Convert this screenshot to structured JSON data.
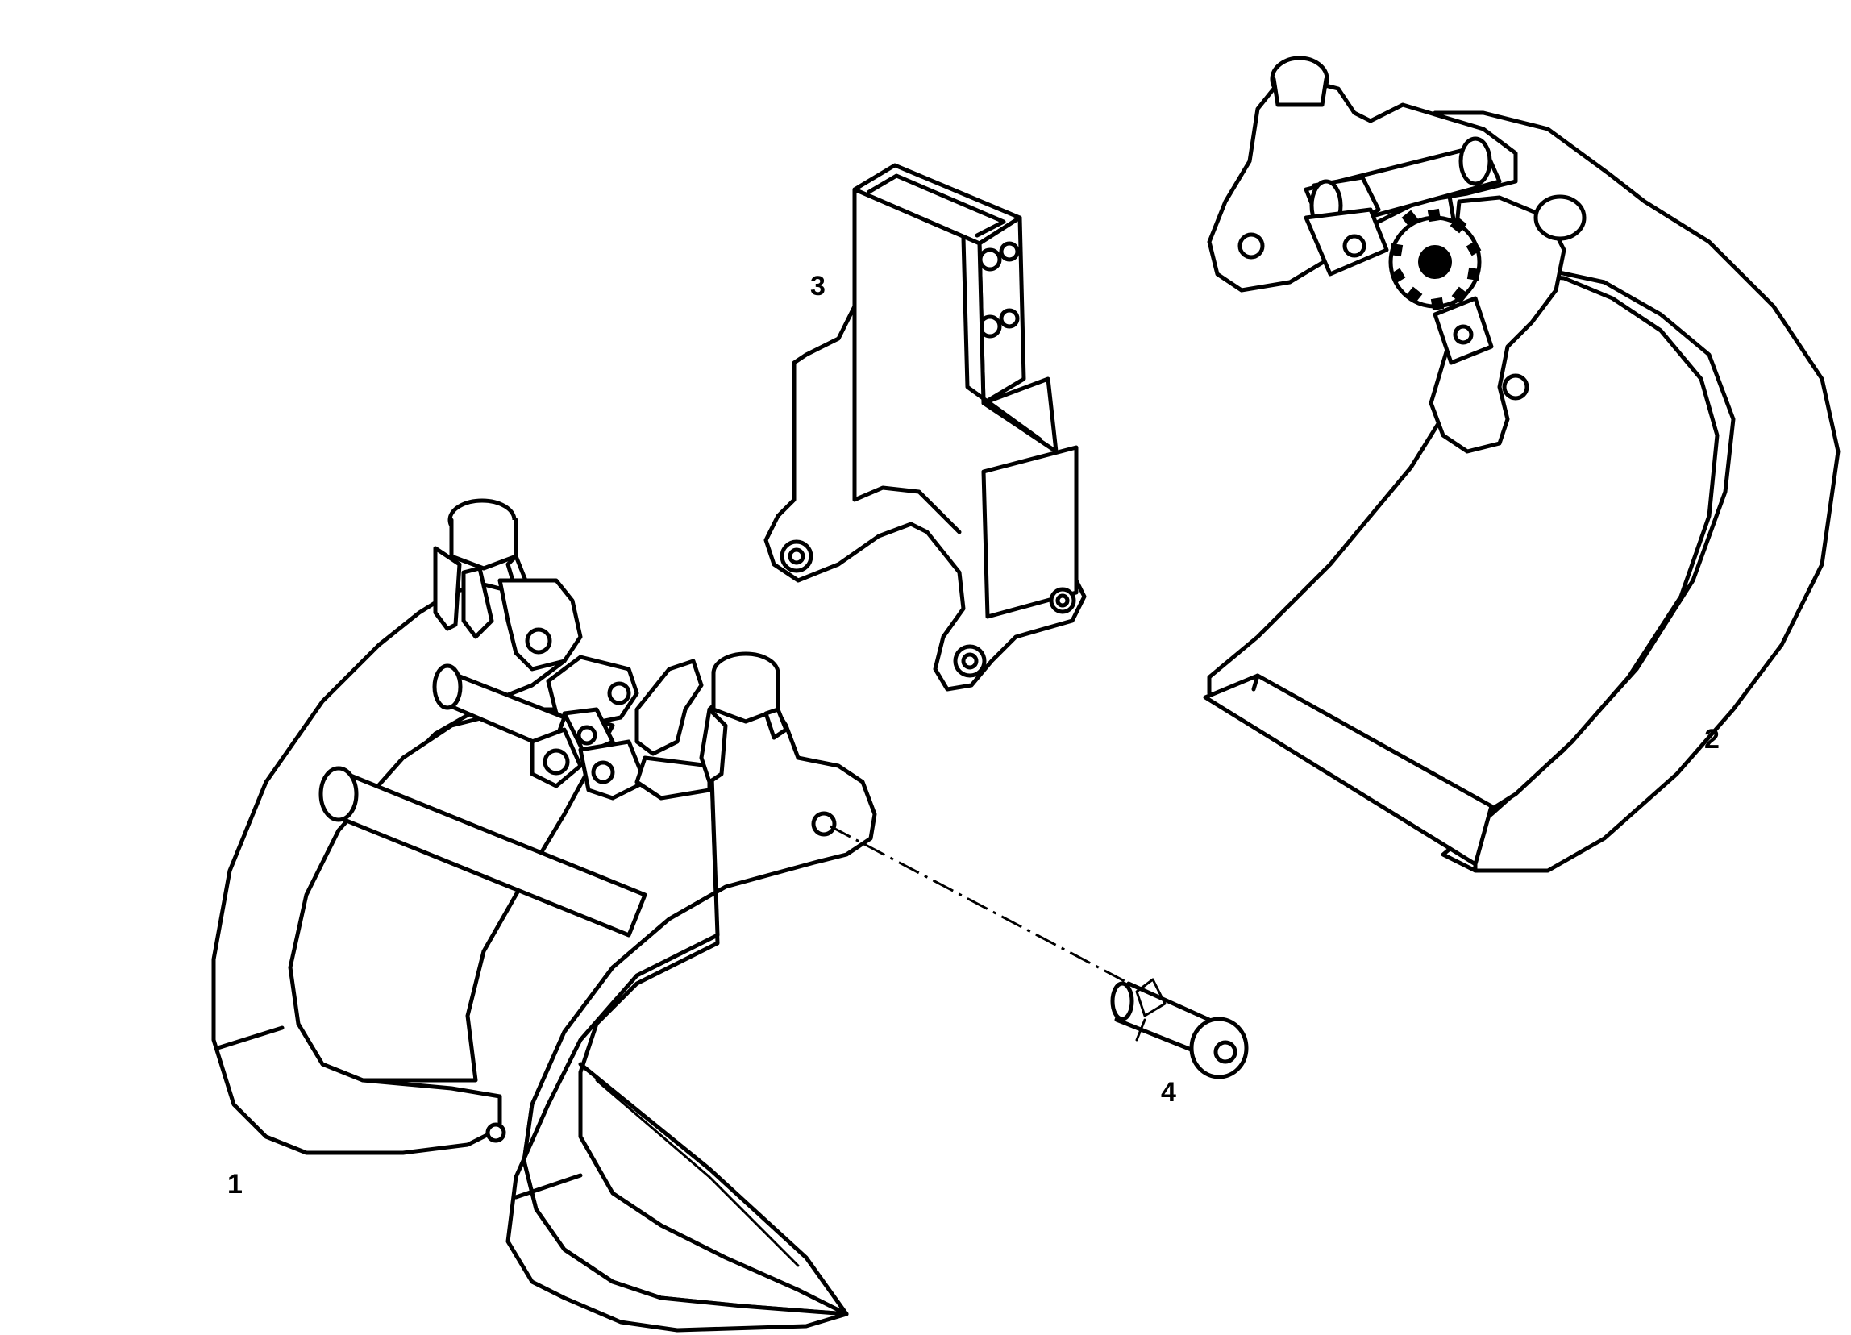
{
  "figure": {
    "callouts": [
      {
        "id": "1",
        "label": "1"
      },
      {
        "id": "2",
        "label": "2"
      },
      {
        "id": "3",
        "label": "3"
      },
      {
        "id": "4",
        "label": "4"
      }
    ]
  },
  "colors": {
    "background": "#ffffff",
    "ink": "#000000"
  }
}
